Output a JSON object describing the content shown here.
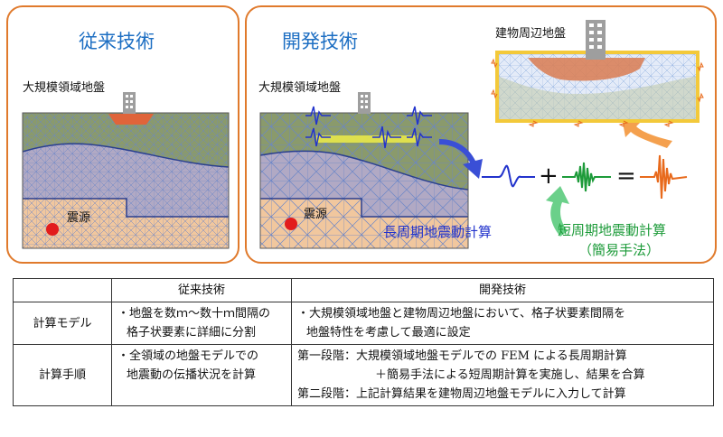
{
  "left_panel": {
    "title": "従来技術",
    "region_label": "大規模領域地盤",
    "source_label": "震源"
  },
  "right_panel": {
    "title": "開発技術",
    "region_label": "大規模領域地盤",
    "building_label": "建物周辺地盤",
    "source_label": "震源",
    "long_period": "長周期地震動計算",
    "short_period_line1": "短周期地震動計算",
    "short_period_line2": "（簡易手法）",
    "plus": "+",
    "equals": "="
  },
  "colors": {
    "panel_border": "#e07a2c",
    "title_blue": "#1e6fc3",
    "layer_green": "#8a9a6c",
    "layer_lavender": "#b1a9c4",
    "layer_peach": "#f1c79e",
    "wave_blue": "#2233cc",
    "wave_green": "#1d9b3a",
    "wave_orange": "#e86a1c"
  },
  "table": {
    "header": [
      "",
      "従来技術",
      "開発技術"
    ],
    "rows": [
      {
        "label": "計算モデル",
        "conventional": [
          "・地盤を数ｍ～数十ｍ間隔の",
          "格子状要素に詳細に分割"
        ],
        "developed": [
          "・大規模領域地盤と建物周辺地盤において、格子状要素間隔を",
          "地盤特性を考慮して最適に設定"
        ]
      },
      {
        "label": "計算手順",
        "conventional": [
          "・全領域の地盤モデルでの",
          "地震動の伝播状況を計算"
        ],
        "developed": [
          "第一段階：大規模領域地盤モデルでの FEM による長周期計算",
          "＋簡易手法による短周期計算を実施し、結果を合算",
          "第二段階：上記計算結果を建物周辺地盤モデルに入力して計算"
        ]
      }
    ]
  }
}
